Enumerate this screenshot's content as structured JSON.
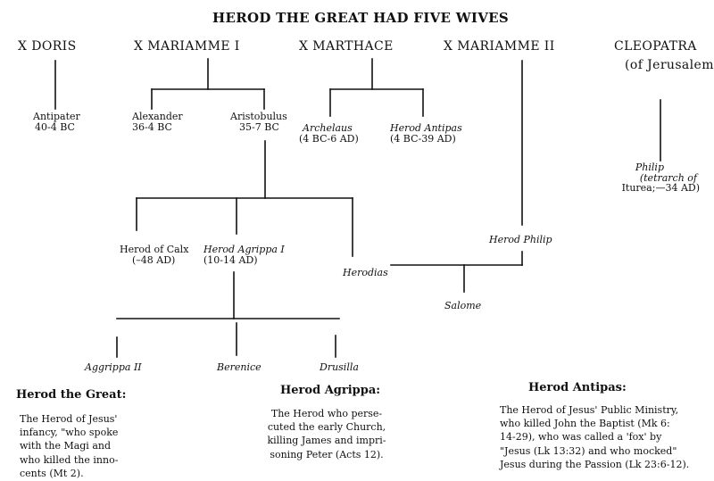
{
  "title": "HEROD THE GREAT HAD FIVE WIVES",
  "wives": {
    "doris": "X DORIS",
    "mariamme1": "X MARIAMME I",
    "marthace": "X MARTHACE",
    "mariamme2": "X MARIAMME II",
    "cleopatra": "CLEOPATRA",
    "cleopatra_sub": "(of Jerusalem)"
  },
  "children": {
    "antipater": [
      "Antipater",
      "40-4 BC"
    ],
    "alexander": [
      "Alexander",
      "36-4 BC"
    ],
    "aristobulus": [
      "Aristobulus",
      "35-7 BC"
    ],
    "archelaus": [
      "Archelaus",
      "(4 BC-6 AD)"
    ],
    "herod_antipas": [
      "Herod Antipas",
      "(4 BC-39 AD)"
    ],
    "philip": [
      "Philip",
      "(tetrarch of",
      "Iturea;—34 AD)"
    ]
  },
  "grandchildren": {
    "herod_of_calx": [
      "Herod of Calx",
      "(–48 AD)"
    ],
    "herod_agrippa_1": [
      "Herod Agrippa I",
      "(10-14 AD)"
    ],
    "herodias": "Herodias",
    "herod_philip": "Herod Philip",
    "salome": "Salome"
  },
  "great_grandchildren": {
    "agrippa_2": "Aggrippa II",
    "berenice": "Berenice",
    "drusilla": "Drusilla"
  },
  "notes": [
    {
      "heading": "Herod  the Great:",
      "lines": [
        "The Herod of Jesus'",
        "infancy, \"who spoke",
        "with the Magi and",
        "who killed the inno-",
        "cents (Mt 2)."
      ]
    },
    {
      "heading": "Herod Agrippa:",
      "lines": [
        "The Herod who perse-",
        "cuted the early Church,",
        "killing James and impri-",
        "soning Peter (Acts 12)."
      ]
    },
    {
      "heading": "Herod  Antipas:",
      "lines": [
        "The Herod of Jesus' Public Ministry,",
        "who killed John the Baptist (Mk 6:",
        "14-29), who was called a 'fox' by",
        "\"Jesus (Lk 13:32) and who mocked\"",
        "Jesus during the Passion (Lk 23:6-12)."
      ]
    }
  ]
}
